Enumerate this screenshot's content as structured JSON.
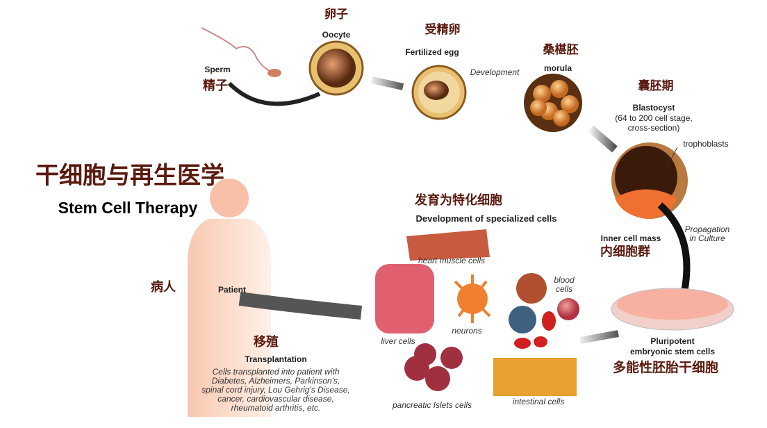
{
  "title": {
    "zh": "干细胞与再生医学",
    "en": "Stem Cell Therapy"
  },
  "stages": {
    "sperm": {
      "en": "Sperm",
      "zh": "精子"
    },
    "oocyte": {
      "zh": "卵子",
      "en": "Oocyte"
    },
    "fertilized": {
      "zh": "受精卵",
      "en": "Fertilized egg"
    },
    "development": "Development",
    "morula": {
      "zh": "桑椹胚",
      "en": "morula"
    },
    "blastocyst": {
      "zh": "囊胚期",
      "en": "Blastocyst",
      "note1": "(64 to 200 cell stage,",
      "note2": "cross-section)",
      "trophoblasts": "trophoblasts",
      "icm_en": "Inner cell mass",
      "icm_zh": "内细胞群"
    },
    "propagation": {
      "line1": "Propagation",
      "line2": "in Culture"
    },
    "pluripotent": {
      "line1": "Pluripotent",
      "line2": "embryonic stem cells",
      "zh": "多能性胚胎干细胞"
    }
  },
  "specialized": {
    "zh": "发育为特化细胞",
    "en": "Development of specialized cells",
    "heart": "heart muscle cells",
    "blood1": "blood",
    "blood2": "cells",
    "neurons": "neurons",
    "liver": "liver cells",
    "pancreatic": "pancreatic Islets cells",
    "intestinal": "intestinal cells"
  },
  "patient": {
    "zh": "病人",
    "en": "Patient"
  },
  "transplant": {
    "zh": "移殖",
    "en": "Transplantation",
    "lines": [
      "Cells transplanted into patient with",
      "Diabetes, Alzheimers, Parkinson's,",
      "spinal cord injury, Lou Gehrig's Disease,",
      "cancer, cardiovascular disease,",
      "rheumatoid arthritis, etc."
    ]
  }
}
